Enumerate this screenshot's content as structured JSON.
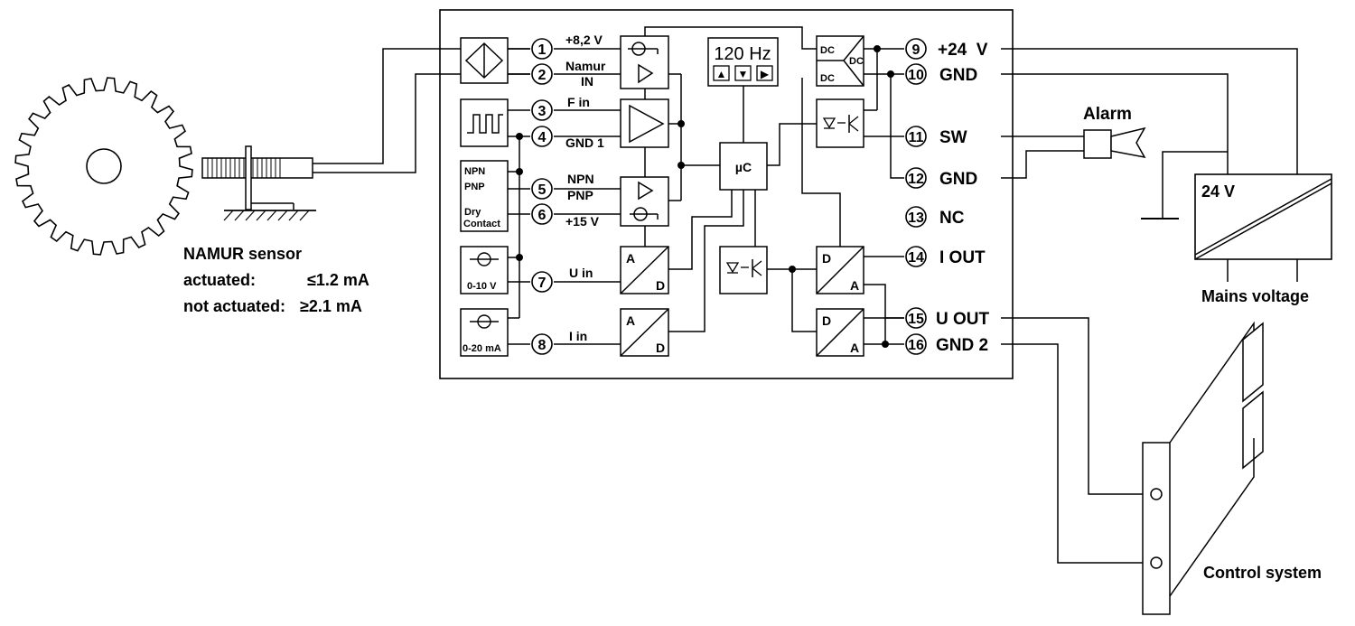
{
  "sensor": {
    "title": "NAMUR sensor",
    "actuated_label": "actuated:",
    "actuated_value": "≤1.2 mA",
    "not_actuated_label": "not actuated:",
    "not_actuated_value": "≥2.1 mA"
  },
  "inputs": [
    {
      "num": "1",
      "label": "+8,2 V"
    },
    {
      "num": "2",
      "label": "Namur",
      "label2": "IN"
    },
    {
      "num": "3",
      "label": "F in"
    },
    {
      "num": "4",
      "label": "GND 1"
    },
    {
      "num": "5",
      "label": "NPN"
    },
    {
      "num": "6",
      "label": "+15 V"
    },
    {
      "num": "7",
      "label": "U in"
    },
    {
      "num": "8",
      "label": "I in"
    }
  ],
  "pnp_label": "PNP",
  "input_boxes": {
    "npn": "NPN",
    "pnp": "PNP",
    "dry": "Dry",
    "contact": "Contact",
    "v_range": "0-10 V",
    "i_range": "0-20 mA"
  },
  "display": {
    "value": "120 Hz"
  },
  "micro": "µC",
  "conv": {
    "a": "A",
    "d": "D",
    "dc": "DC"
  },
  "outputs": [
    {
      "num": "9",
      "label": "+24  V"
    },
    {
      "num": "10",
      "label": "GND"
    },
    {
      "num": "11",
      "label": "SW"
    },
    {
      "num": "12",
      "label": "GND"
    },
    {
      "num": "13",
      "label": "NC"
    },
    {
      "num": "14",
      "label": "I OUT"
    },
    {
      "num": "15",
      "label": "U OUT"
    },
    {
      "num": "16",
      "label": "GND 2"
    }
  ],
  "alarm": "Alarm",
  "psu": {
    "voltage": "24 V",
    "mains": "Mains voltage"
  },
  "control": "Control system"
}
